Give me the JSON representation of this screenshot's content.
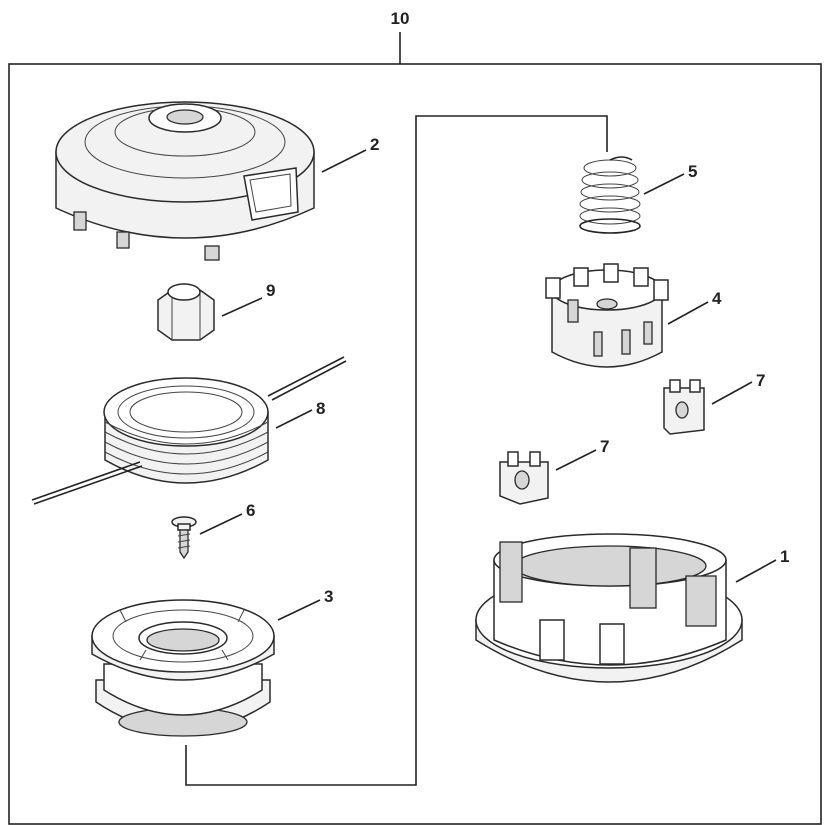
{
  "assembly_label": "10",
  "parts": [
    {
      "id": "part-1",
      "label": "1"
    },
    {
      "id": "part-2",
      "label": "2"
    },
    {
      "id": "part-3",
      "label": "3"
    },
    {
      "id": "part-4",
      "label": "4"
    },
    {
      "id": "part-5",
      "label": "5"
    },
    {
      "id": "part-6",
      "label": "6"
    },
    {
      "id": "part-7a",
      "label": "7"
    },
    {
      "id": "part-7b",
      "label": "7"
    },
    {
      "id": "part-8",
      "label": "8"
    },
    {
      "id": "part-9",
      "label": "9"
    }
  ]
}
